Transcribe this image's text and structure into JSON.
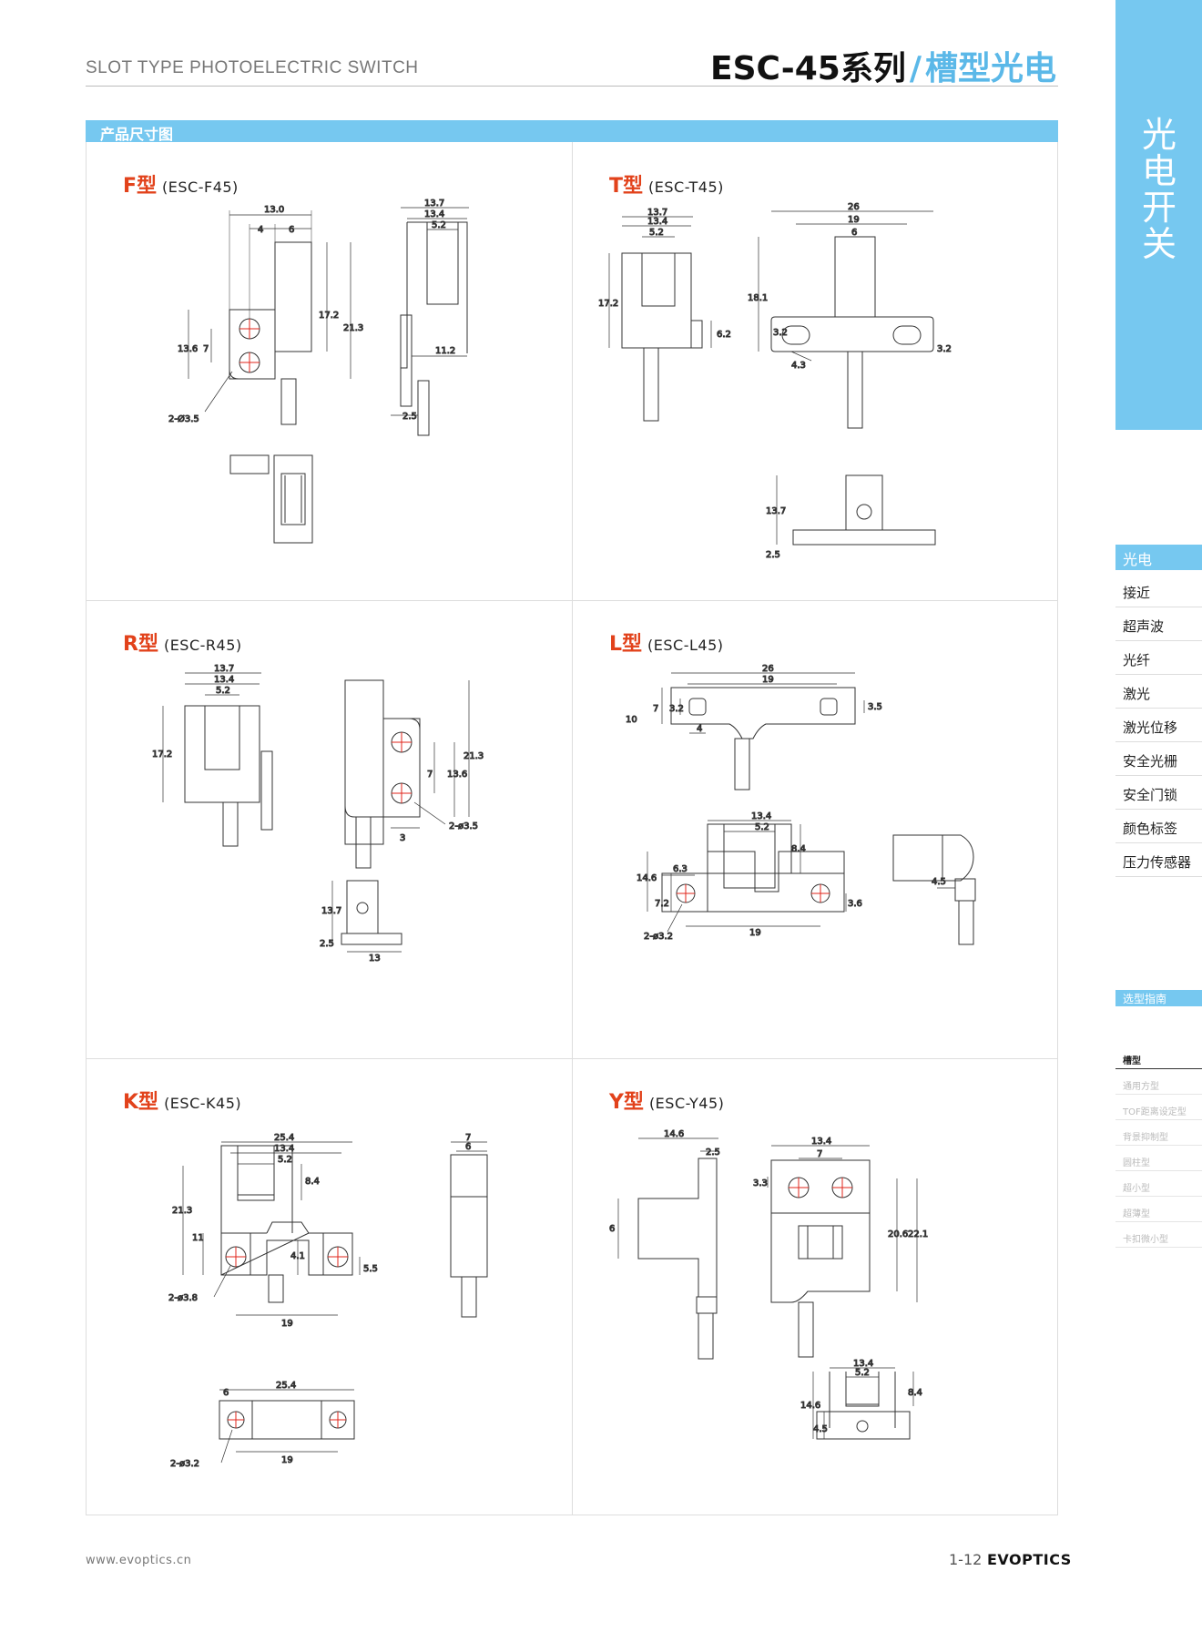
{
  "header": {
    "subtitle": "SLOT TYPE PHOTOELECTRIC SWITCH",
    "title_main": "ESC-45系列",
    "title_slash": "/",
    "title_cn": "槽型光电"
  },
  "section": {
    "title": "产品尺寸图"
  },
  "drawings": {
    "f": {
      "type": "F型",
      "model": "(ESC-F45)",
      "dims": {
        "a": "13.0",
        "b": "4",
        "c": "6",
        "d": "17.2",
        "e": "21.3",
        "f": "13.6",
        "g": "7",
        "h": "2-Ø3.5",
        "i": "13.7",
        "j": "13.4",
        "k": "5.2",
        "l": "11.2",
        "m": "2.5"
      }
    },
    "t": {
      "type": "T型",
      "model": "(ESC-T45)",
      "dims": {
        "a": "13.7",
        "b": "13.4",
        "c": "5.2",
        "d": "17.2",
        "e": "6.2",
        "f": "26",
        "g": "19",
        "h": "6",
        "i": "18.1",
        "j": "3.2",
        "k": "4.3",
        "l": "3.2",
        "m": "13.7",
        "n": "2.5"
      }
    },
    "r": {
      "type": "R型",
      "model": "(ESC-R45)",
      "dims": {
        "a": "13.7",
        "b": "13.4",
        "c": "5.2",
        "d": "17.2",
        "e": "21.3",
        "f": "7",
        "g": "13.6",
        "h": "2-ø3.5",
        "i": "3",
        "j": "13.7",
        "k": "2.5",
        "l": "13"
      }
    },
    "l": {
      "type": "L型",
      "model": "(ESC-L45)",
      "dims": {
        "a": "26",
        "b": "19",
        "c": "3.5",
        "d": "10",
        "e": "7",
        "f": "3.2",
        "g": "4",
        "h": "13.4",
        "i": "5.2",
        "j": "8.4",
        "k": "14.6",
        "l": "6.3",
        "m": "7.2",
        "n": "3.6",
        "o": "2-ø3.2",
        "p": "19",
        "q": "4.5"
      }
    },
    "k": {
      "type": "K型",
      "model": "(ESC-K45)",
      "dims": {
        "a": "25.4",
        "b": "13.4",
        "c": "5.2",
        "d": "8.4",
        "e": "21.3",
        "f": "11",
        "g": "4.1",
        "h": "5.5",
        "i": "2-ø3.8",
        "j": "19",
        "k": "7",
        "l": "6",
        "m": "6",
        "n": "25.4",
        "o": "2-ø3.2",
        "p": "19"
      }
    },
    "y": {
      "type": "Y型",
      "model": "(ESC-Y45)",
      "dims": {
        "a": "14.6",
        "b": "2.5",
        "c": "6",
        "d": "13.4",
        "e": "7",
        "f": "3.3",
        "g": "20.6",
        "h": "22.1",
        "i": "13.4",
        "j": "5.2",
        "k": "8.4",
        "l": "14.6",
        "m": "4.5"
      }
    }
  },
  "sidebar": {
    "top_label": "光电开关",
    "active": "光电",
    "items": [
      "接近",
      "超声波",
      "光纤",
      "激光",
      "激光位移",
      "安全光栅",
      "安全门锁",
      "颜色标签",
      "压力传感器"
    ]
  },
  "guide": {
    "header": "选型指南",
    "items": [
      "槽型",
      "通用方型",
      "TOF距离设定型",
      "背景抑制型",
      "圆柱型",
      "超小型",
      "超薄型",
      "卡扣微小型"
    ]
  },
  "footer": {
    "url": "www.evoptics.cn",
    "page": "1-12",
    "brand": "EVOPTICS"
  },
  "colors": {
    "accent": "#76c8f0",
    "type_red": "#e2421b",
    "hole_red": "#e0261b"
  }
}
